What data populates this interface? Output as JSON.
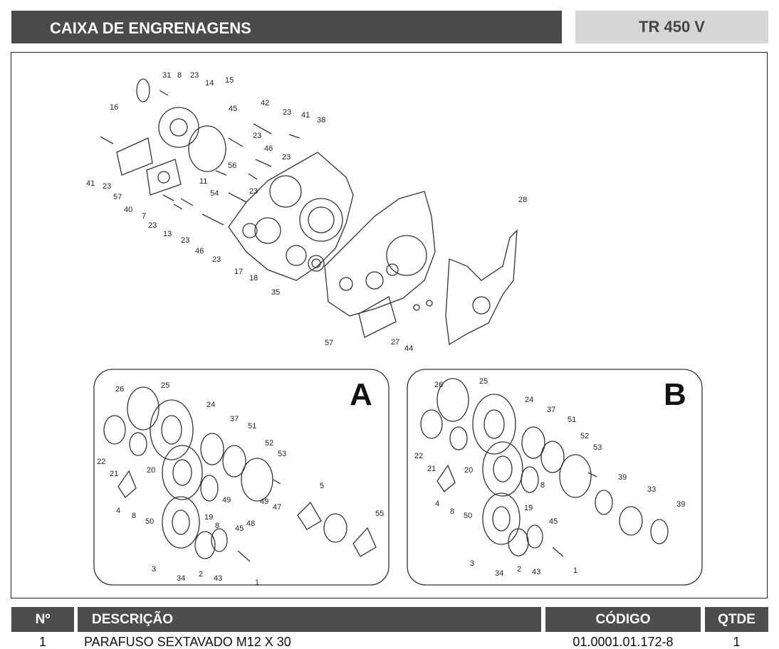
{
  "header": {
    "title": "CAIXA DE ENGRENAGENS",
    "model": "TR 450 V"
  },
  "diagram": {
    "top_callouts": [
      {
        "t": "31"
      },
      {
        "t": "8"
      },
      {
        "t": "23"
      },
      {
        "t": "14"
      },
      {
        "t": "15"
      },
      {
        "t": "16"
      },
      {
        "t": "42"
      },
      {
        "t": "23"
      },
      {
        "t": "41"
      },
      {
        "t": "38"
      },
      {
        "t": "45"
      },
      {
        "t": "23"
      },
      {
        "t": "46"
      },
      {
        "t": "23"
      },
      {
        "t": "41"
      },
      {
        "t": "23"
      },
      {
        "t": "57"
      },
      {
        "t": "40"
      },
      {
        "t": "11"
      },
      {
        "t": "56"
      },
      {
        "t": "54"
      },
      {
        "t": "23"
      },
      {
        "t": "7"
      },
      {
        "t": "23"
      },
      {
        "t": "13"
      },
      {
        "t": "23"
      },
      {
        "t": "46"
      },
      {
        "t": "23"
      },
      {
        "t": "17"
      },
      {
        "t": "18"
      },
      {
        "t": "35"
      },
      {
        "t": "28"
      },
      {
        "t": "57"
      },
      {
        "t": "27"
      },
      {
        "t": "44"
      }
    ],
    "panel_a": {
      "letter": "A",
      "callouts": [
        {
          "t": "26"
        },
        {
          "t": "25"
        },
        {
          "t": "24"
        },
        {
          "t": "37"
        },
        {
          "t": "51"
        },
        {
          "t": "52"
        },
        {
          "t": "53"
        },
        {
          "t": "22"
        },
        {
          "t": "21"
        },
        {
          "t": "20"
        },
        {
          "t": "4"
        },
        {
          "t": "8"
        },
        {
          "t": "50"
        },
        {
          "t": "49"
        },
        {
          "t": "19"
        },
        {
          "t": "8"
        },
        {
          "t": "45"
        },
        {
          "t": "48"
        },
        {
          "t": "49"
        },
        {
          "t": "47"
        },
        {
          "t": "5"
        },
        {
          "t": "55"
        },
        {
          "t": "3"
        },
        {
          "t": "34"
        },
        {
          "t": "2"
        },
        {
          "t": "43"
        },
        {
          "t": "1"
        }
      ]
    },
    "panel_b": {
      "letter": "B",
      "callouts": [
        {
          "t": "26"
        },
        {
          "t": "25"
        },
        {
          "t": "24"
        },
        {
          "t": "37"
        },
        {
          "t": "51"
        },
        {
          "t": "52"
        },
        {
          "t": "53"
        },
        {
          "t": "22"
        },
        {
          "t": "21"
        },
        {
          "t": "20"
        },
        {
          "t": "4"
        },
        {
          "t": "8"
        },
        {
          "t": "50"
        },
        {
          "t": "8"
        },
        {
          "t": "19"
        },
        {
          "t": "45"
        },
        {
          "t": "39"
        },
        {
          "t": "33"
        },
        {
          "t": "39"
        },
        {
          "t": "3"
        },
        {
          "t": "34"
        },
        {
          "t": "2"
        },
        {
          "t": "43"
        },
        {
          "t": "1"
        }
      ]
    }
  },
  "table": {
    "headers": {
      "num": "Nº",
      "desc": "DESCRIÇÃO",
      "code": "CÓDIGO",
      "qty": "QTDE"
    },
    "rows": [
      {
        "num": "1",
        "desc": "PARAFUSO SEXTAVADO M12 X 30",
        "code": "01.0001.01.172-8",
        "qty": "1"
      }
    ]
  }
}
